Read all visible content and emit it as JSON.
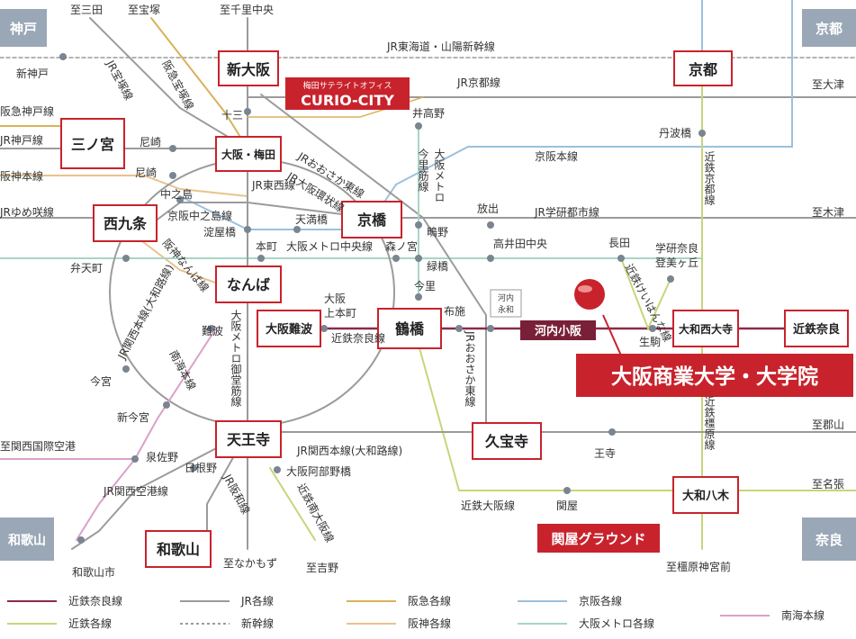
{
  "colors": {
    "kintetsu_nara": "#8a2b47",
    "jr": "#9b9b9b",
    "hankyu": "#d8b35a",
    "keihan": "#9cc0dc",
    "kintetsu": "#c7d57a",
    "shinkansen": "#9b9b9b",
    "hanshin": "#e8c38c",
    "metro": "#a7d5c6",
    "nankai": "#dba0c8",
    "station_border": "#c8232c",
    "highlight": "#c8232c",
    "dark_badge": "#7a1f38",
    "region_bg": "#9aa7b6"
  },
  "regions": {
    "kobe": "神戸",
    "kyoto": "京都",
    "wakayama": "和歌山",
    "nara": "奈良"
  },
  "main_stations": {
    "shin_osaka": "新大阪",
    "kyoto": "京都",
    "sannomiya": "三ノ宮",
    "osaka_umeda": "大阪・梅田",
    "nishikujo": "西九条",
    "kyobashi": "京橋",
    "namba": "なんば",
    "osaka_namba": "大阪難波",
    "tsuruhashi": "鶴橋",
    "tennoji": "天王寺",
    "kyuhoji": "久宝寺",
    "wakayama": "和歌山",
    "yamato_saidaiji": "大和西大寺",
    "kintetsu_nara": "近鉄奈良",
    "yamato_yagi": "大和八木"
  },
  "callouts": {
    "curio_sub": "梅田サテライトオフィス",
    "curio": "CURIO-CITY",
    "university": "大阪商業大学・大学院",
    "ground": "関屋グラウンド",
    "kawachi_kosaka": "河内小阪",
    "kawachi_eiwa": "河内\n永和"
  },
  "stations": {
    "jusanchi_mita": "至三田",
    "jusanchi_takarazuka": "至宝塚",
    "jusanchi_senri": "至千里中央",
    "shin_kobe": "新神戸",
    "hankyu_kobe": "阪急神戸線",
    "jr_kobe": "JR神戸線",
    "hanshin_honsen": "阪神本線",
    "jr_yumesaki": "JRゆめ咲線",
    "amagasaki1": "尼崎",
    "amagasaki2": "尼崎",
    "juso": "十三",
    "nakanoshima": "中之島",
    "keihan_nakanoshima": "京阪中之島線",
    "yodoyabashi": "淀屋橋",
    "temmabashi": "天満橋",
    "hommachi": "本町",
    "morinomiya": "森ノ宮",
    "bentencho": "弁天町",
    "imamiya": "今宮",
    "shin_imamiya": "新今宮",
    "izumisano": "泉佐野",
    "hineno": "日根野",
    "wakayamashi": "和歌山市",
    "to_kanku": "至関西国際空港",
    "to_nakamozu": "至なかもず",
    "to_yoshino": "至吉野",
    "abeno": "大阪阿部野橋",
    "osaka_uehommachi": "大阪\n上本町",
    "imazato": "今里",
    "fuse": "布施",
    "hanaten": "放出",
    "takaida": "高井田中央",
    "ojima": "緑橋",
    "shigino": "鴫野",
    "idakano": "井高野",
    "nagata": "長田",
    "gakken_nara": "学研奈良\n登美ヶ丘",
    "ikoma": "生駒",
    "oji": "王寺",
    "sekiya": "関屋",
    "to_otsu": "至大津",
    "to_kizu": "至木津",
    "to_koriyama": "至郡山",
    "to_nabari": "至名張",
    "to_kashihara": "至橿原神宮前",
    "tambabashi": "丹波橋",
    "namba_hankyu": "難波"
  },
  "line_labels": {
    "jr_tokaido": "JR東海道・山陽新幹線",
    "jr_kyoto": "JR京都線",
    "jr_takarazuka": "JR宝塚線",
    "hankyu_takarazuka": "阪急宝塚線",
    "jr_osaka_higashi": "JRおおさか東線",
    "jr_loop": "JR大阪環状線",
    "jr_tozai": "JR東西線",
    "keihan_main": "京阪本線",
    "imazatosuji": "今里筋線",
    "osaka_metro_label": "大阪メトロ",
    "jr_gakkentoshi": "JR学研都市線",
    "chuo_line": "大阪メトロ中央線",
    "hanshin_namba": "阪神なんば線",
    "midosuji": "大阪メトロ御堂筋線",
    "kintetsu_nara_line": "近鉄奈良線",
    "jr_kansai_honsen": "JR関西本線(大和路線)",
    "nankai_honsen": "南海本線",
    "jr_hanwa": "JR阪和線",
    "jr_kansai_airport": "JR関西空港線",
    "kintetsu_minami_osaka": "近鉄南大阪線",
    "kintetsu_kyoto": "近鉄京都線",
    "kintetsu_kashihara": "近鉄橿原線",
    "kintetsu_osaka": "近鉄大阪線",
    "jr_osaka_higashi2": "JRおおさか東線",
    "kintetsu_keihanna": "近鉄けいはんな線",
    "jr_kansai2": "JR関西本線(大和路線)"
  },
  "legend": [
    {
      "label": "近鉄奈良線",
      "color": "#8a2b47",
      "style": "solid"
    },
    {
      "label": "JR各線",
      "color": "#9b9b9b",
      "style": "solid"
    },
    {
      "label": "阪急各線",
      "color": "#d8b35a",
      "style": "solid"
    },
    {
      "label": "京阪各線",
      "color": "#9cc0dc",
      "style": "solid"
    },
    {
      "label": "南海本線",
      "color": "#dba0c8",
      "style": "solid"
    },
    {
      "label": "近鉄各線",
      "color": "#c7d57a",
      "style": "solid"
    },
    {
      "label": "新幹線",
      "color": "#9b9b9b",
      "style": "dashed"
    },
    {
      "label": "阪神各線",
      "color": "#e8c38c",
      "style": "solid"
    },
    {
      "label": "大阪メトロ各線",
      "color": "#a7d5c6",
      "style": "solid"
    }
  ]
}
